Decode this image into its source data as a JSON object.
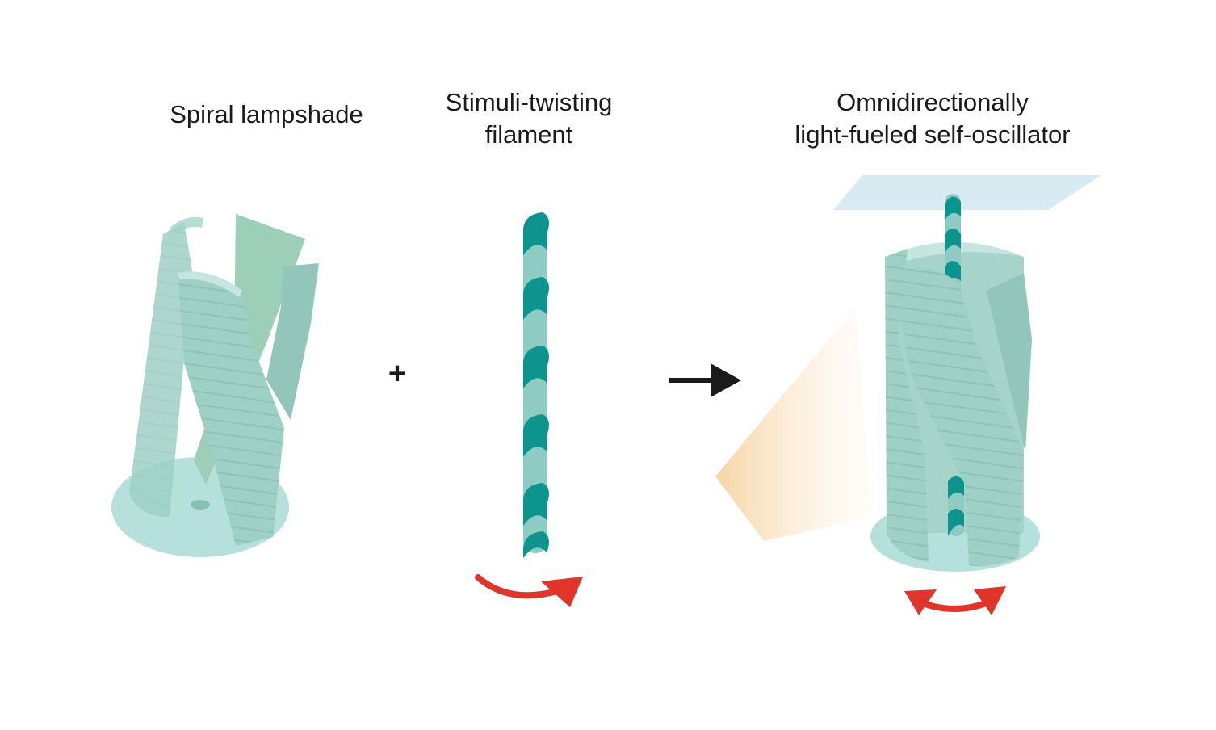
{
  "panels": [
    {
      "id": "lampshade",
      "title_lines": [
        "Spiral lampshade"
      ]
    },
    {
      "id": "filament",
      "title_lines": [
        "Stimuli-twisting",
        "filament"
      ]
    },
    {
      "id": "oscillator",
      "title_lines": [
        "Omnidirectionally",
        "light-fueled self-oscillator"
      ]
    }
  ],
  "operators": {
    "plus": "+"
  },
  "colors": {
    "lampshade_fill": "#9fd0c6",
    "lampshade_dark": "#86bfb4",
    "lampshade_light": "#b4ddd6",
    "base_fill": "#b6e0dc",
    "filament_dark": "#0e948e",
    "filament_light": "#8ecbc2",
    "rotation_arrow": "#e0352b",
    "process_arrow": "#1a1a1a",
    "light_beam": "#f7d9b0",
    "light_plane": "#d8ebf3"
  },
  "icons": [
    "plus-sign",
    "process-arrow-right",
    "rotation-arrow-icon",
    "oscillation-double-arrow-icon"
  ]
}
